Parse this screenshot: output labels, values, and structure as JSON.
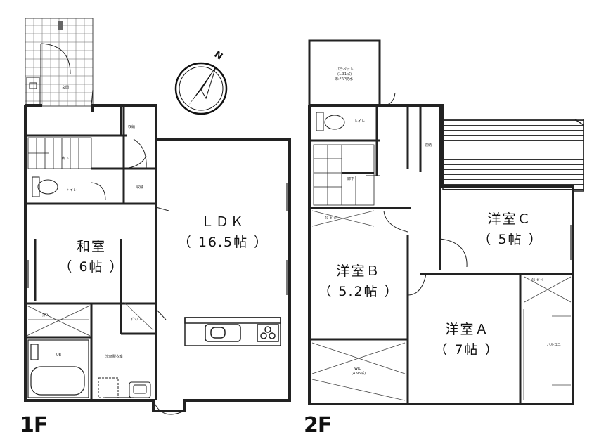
{
  "compass": {
    "label": "N"
  },
  "floors": [
    {
      "name": "1F",
      "rooms": [
        {
          "name": "ＬＤＫ",
          "size": "（ 16.5帖 ）"
        },
        {
          "name": "和室",
          "size": "（ 6帖 ）"
        }
      ],
      "small_labels": [
        "玄関",
        "収納",
        "廊下",
        "トイレ",
        "収納",
        "押入",
        "UB",
        "洗面脱衣室",
        "ﾎﾞﾝﾌﾟﾙ"
      ]
    },
    {
      "name": "2F",
      "rooms": [
        {
          "name": "洋室Ｃ",
          "size": "（ 5帖 ）"
        },
        {
          "name": "洋室Ｂ",
          "size": "（ 5.2帖 ）"
        },
        {
          "name": "洋室Ａ",
          "size": "（ 7帖 ）"
        }
      ],
      "small_labels": [
        "パラペット",
        "(1.31㎡)",
        "床:FRP防水",
        "トイレ",
        "収納",
        "廊下",
        "ｸﾛｰｾﾞｯﾄ",
        "ｸﾛｰｾﾞｯﾄ",
        "WIC",
        "(4.96㎡)",
        "バルコニー"
      ]
    }
  ]
}
